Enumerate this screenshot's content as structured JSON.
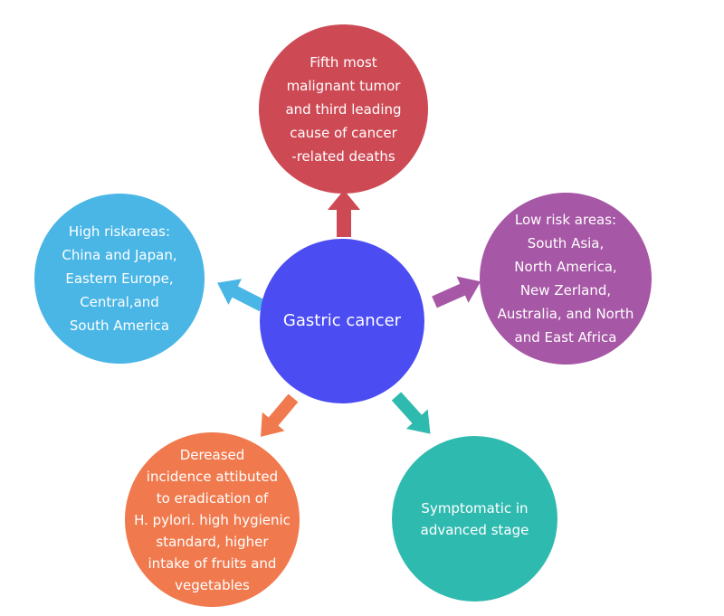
{
  "colors": {
    "center": "#4b4cf2",
    "top": "#cd4a55",
    "left": "#4ab6e6",
    "right": "#a657a5",
    "bottom_left": "#f07a4e",
    "bottom_right": "#2fbab0"
  },
  "center": {
    "label": "Gastric cancer"
  },
  "nodes": {
    "top": {
      "text": "Fifth most\nmalignant tumor\nand third leading\ncause of cancer\n-related deaths"
    },
    "left": {
      "text": "High riskareas:\nChina and Japan,\nEastern Europe,\nCentral,and\nSouth America"
    },
    "right": {
      "text": "Low risk areas:\nSouth Asia,\nNorth America,\nNew Zerland,\nAustralia, and North\nand East Africa"
    },
    "bottom_left": {
      "text": "Dereased\nincidence attibuted\nto eradication of\nH. pylori. high hygienic\nstandard, higher\nintake of fruits and\nvegetables"
    },
    "bottom_right": {
      "text": "Symptomatic in\nadvanced stage"
    }
  }
}
